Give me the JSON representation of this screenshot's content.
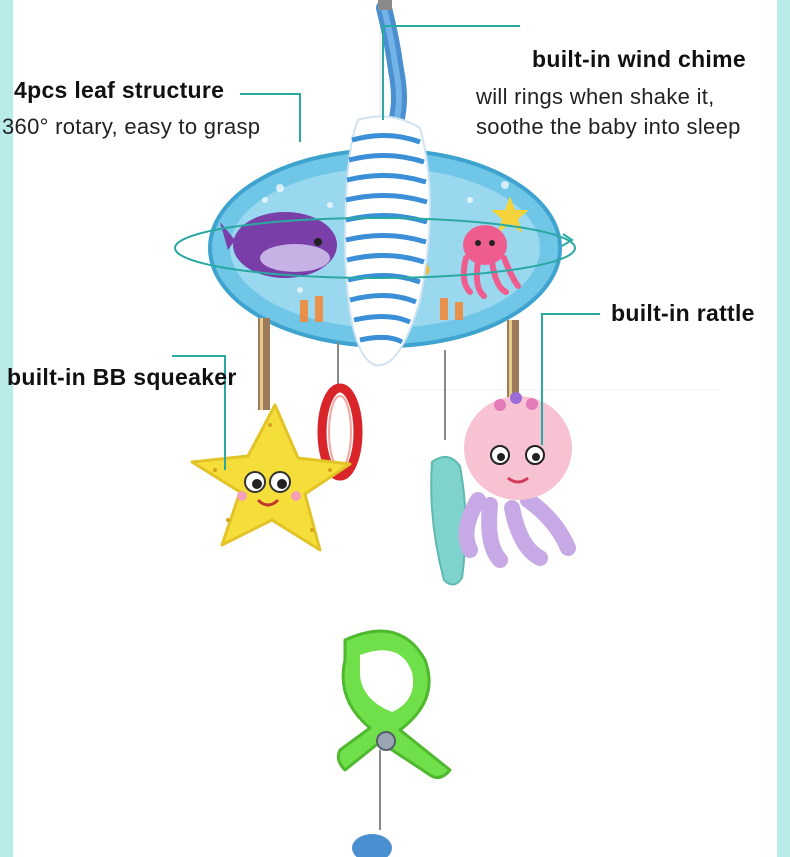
{
  "annotations": {
    "leaf": {
      "title": "4pcs leaf structure",
      "desc": "360° rotary, easy to grasp"
    },
    "chime": {
      "title": "built-in wind chime",
      "desc_line1": "will rings when shake it,",
      "desc_line2": "soothe the baby into sleep"
    },
    "rattle": {
      "title": "built-in rattle"
    },
    "squeaker": {
      "title": "built-in BB squeaker"
    }
  },
  "colors": {
    "edge": "#b9ebe8",
    "leader_line": "#2aa9a3",
    "body_blue": "#6fc6e6",
    "stripe": "#3b8fd6",
    "star_yellow": "#f5de3a",
    "octopus_pink": "#f7c3d3",
    "clip_green": "#6fe04a",
    "teether": "#7ed3cc"
  }
}
